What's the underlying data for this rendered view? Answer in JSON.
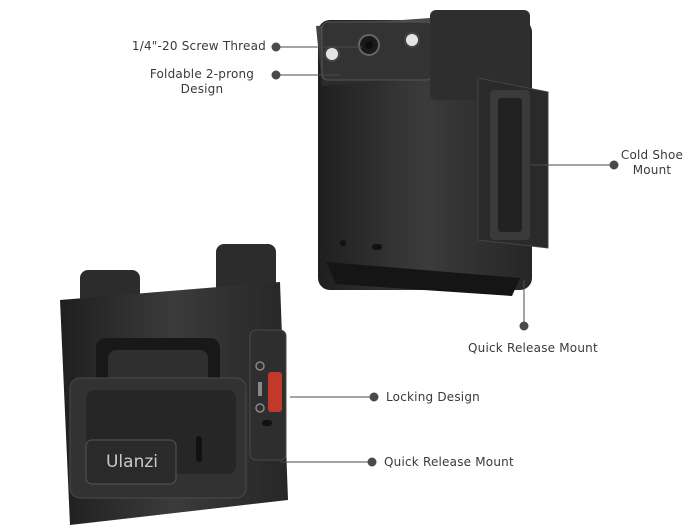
{
  "callouts": {
    "screw_thread": "1/4\"-20 Screw Thread",
    "foldable_line1": "Foldable 2-prong",
    "foldable_line2": "Design",
    "cold_shoe_line1": "Cold Shoe",
    "cold_shoe_line2": "Mount",
    "quick_release_top": "Quick Release Mount",
    "locking": "Locking Design",
    "quick_release_bottom": "Quick Release Mount"
  },
  "product": {
    "brand": "Ulanzi"
  },
  "colors": {
    "body_dark": "#2b2b2b",
    "body_mid": "#3a3a3a",
    "highlight": "#555555",
    "lock_red": "#c0392b",
    "callout_line": "#4a4a4a"
  }
}
